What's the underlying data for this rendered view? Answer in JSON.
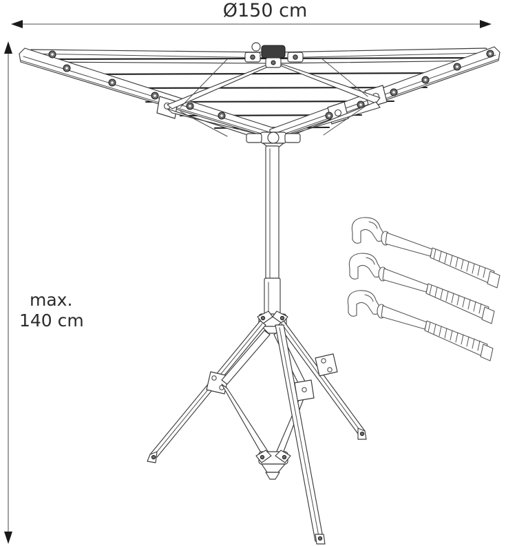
{
  "figure": {
    "title_alt": "rotary clothes airer technical dimension drawing",
    "background_color": "#ffffff",
    "line_color": "#3a3a3a",
    "cord_color": "#1f1f1f",
    "dimension_line_color": "#8a8a8a",
    "label_color": "#2b2b2b"
  },
  "dimensions": {
    "width": {
      "label": "Ø150 cm",
      "value": 150,
      "unit": "cm",
      "symbol": "Ø",
      "orientation": "horizontal",
      "position": "top"
    },
    "height": {
      "label_line1": "max.",
      "label_line2": "140 cm",
      "value": 140,
      "unit": "cm",
      "qualifier": "max.",
      "orientation": "vertical",
      "position": "left"
    }
  },
  "product": {
    "canopy": {
      "name": "four-arm folding canopy",
      "arm_count": 4,
      "line_rows": 6
    },
    "mast": {
      "name": "telescopic centre mast",
      "sections": 2
    },
    "tripod": {
      "name": "folding tripod stand",
      "leg_count": 3
    },
    "ground_anchors": {
      "name": "screw-in ground anchor pegs",
      "count": 3
    }
  }
}
